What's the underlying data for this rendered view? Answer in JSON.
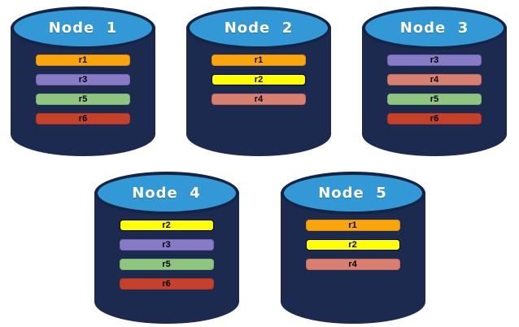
{
  "diagram": {
    "background": "#FFFFFF",
    "colors": {
      "cylinder_body": "#1B2A4E",
      "cylinder_top_fill": "#3399D6",
      "cylinder_rim": "#152445",
      "node_title_text": "#FFFFFF",
      "replica_label_text": "#000000"
    },
    "replica_styles": {
      "r1": {
        "fill": "#FBA50D",
        "border": "#DE8F00"
      },
      "r2": {
        "fill": "#FFFF00",
        "border": "#000000"
      },
      "r3": {
        "fill": "#877BC6",
        "border": "#7266B2"
      },
      "r4": {
        "fill": "#D97F6F",
        "border": "#C26A5B"
      },
      "r5": {
        "fill": "#8EC57F",
        "border": "#79B06A"
      },
      "r6": {
        "fill": "#C7402A",
        "border": "#A93522"
      }
    },
    "nodes": [
      {
        "title": "Node  1",
        "replicas": [
          "r1",
          "r3",
          "r5",
          "r6"
        ]
      },
      {
        "title": "Node  2",
        "replicas": [
          "r1",
          "r2",
          "r4"
        ]
      },
      {
        "title": "Node  3",
        "replicas": [
          "r3",
          "r4",
          "r5",
          "r6"
        ]
      },
      {
        "title": "Node  4",
        "replicas": [
          "r2",
          "r3",
          "r5",
          "r6"
        ]
      },
      {
        "title": "Node  5",
        "replicas": [
          "r1",
          "r2",
          "r4"
        ]
      }
    ]
  }
}
